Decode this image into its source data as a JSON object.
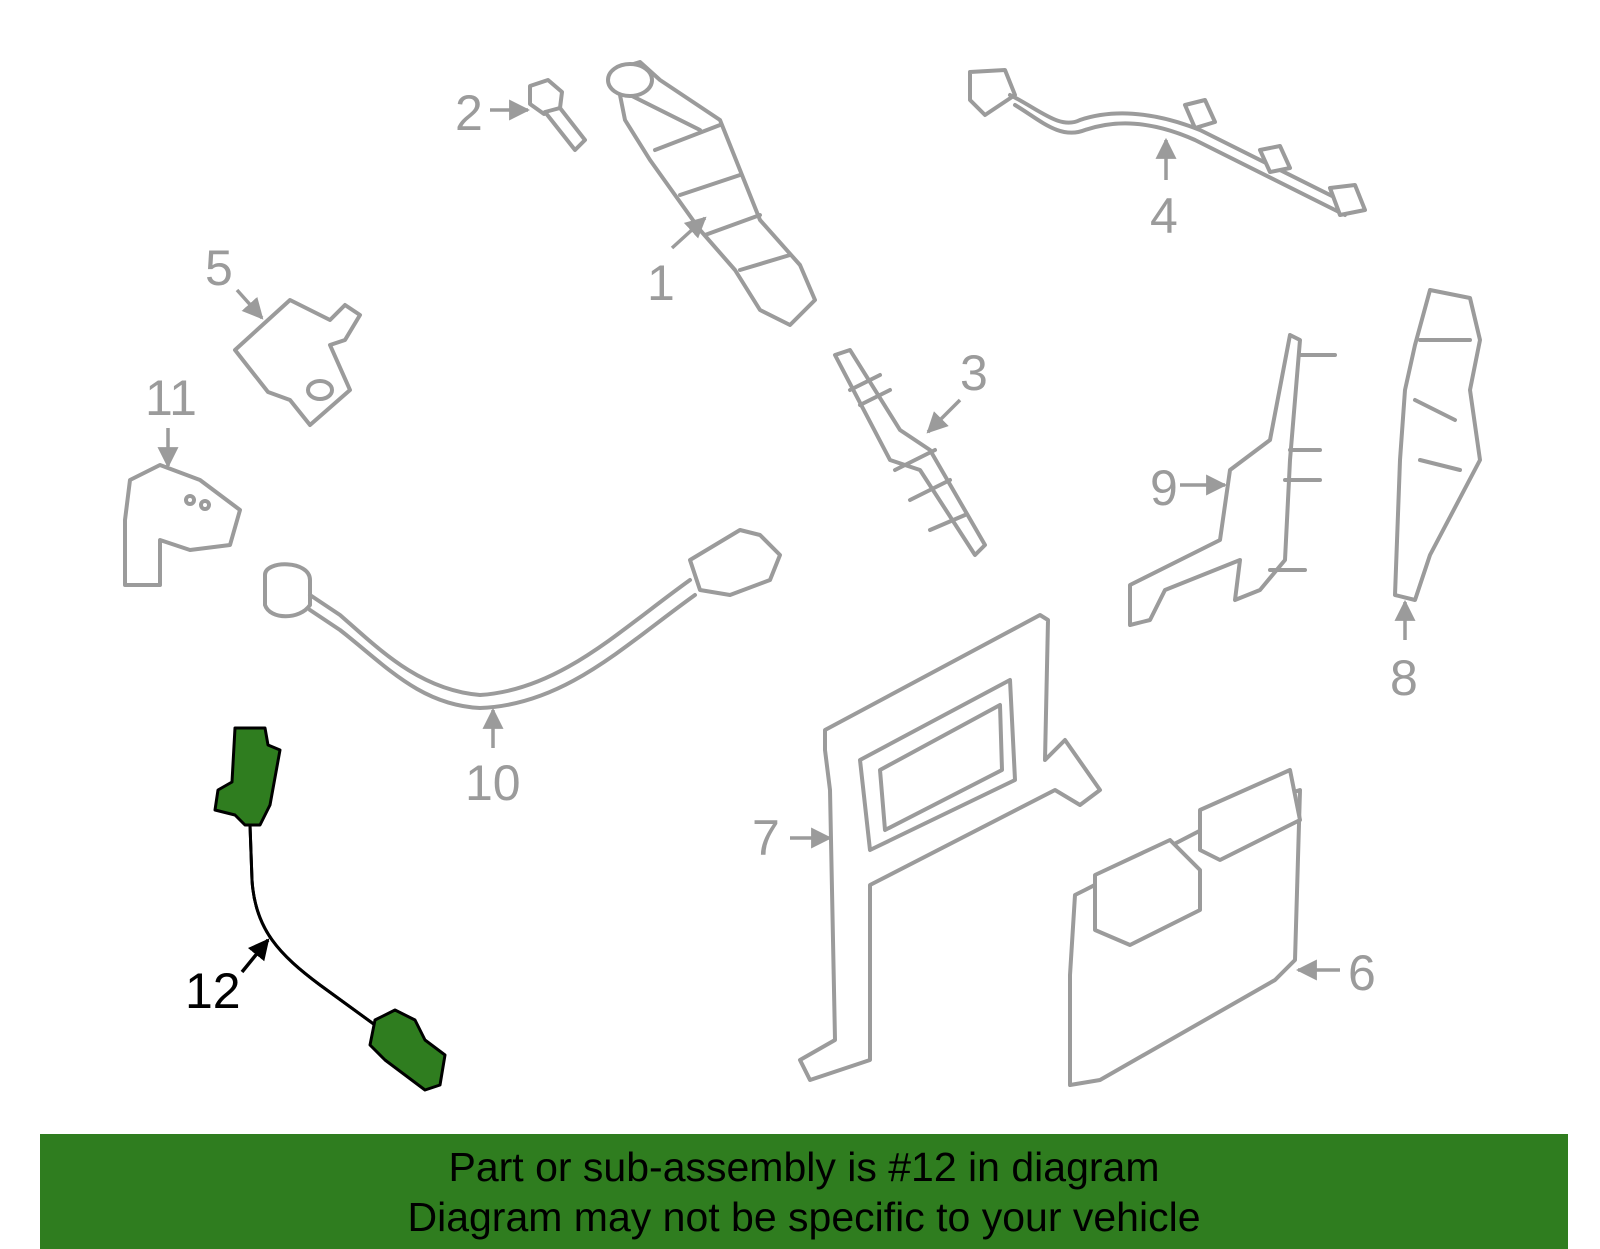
{
  "colors": {
    "part_stroke": "#9b9b9b",
    "selected_fill": "#2f7d1f",
    "banner_bg": "#2f7d1f",
    "text_dark": "#000000"
  },
  "callouts": {
    "c1": "1",
    "c2": "2",
    "c3": "3",
    "c4": "4",
    "c5": "5",
    "c6": "6",
    "c7": "7",
    "c8": "8",
    "c9": "9",
    "c10": "10",
    "c11": "11",
    "c12": "12"
  },
  "banner": {
    "line1": "Part or sub-assembly is #12 in diagram",
    "line2": "Diagram may not be specific to your vehicle"
  }
}
